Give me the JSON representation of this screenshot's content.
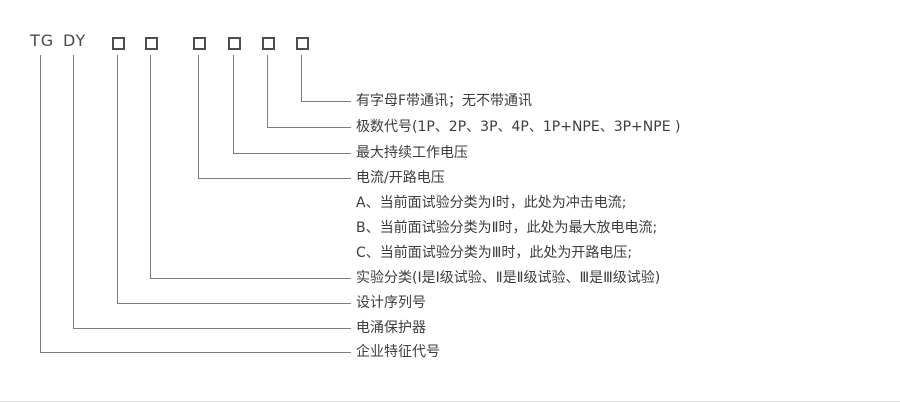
{
  "code": {
    "prefix1": "TG",
    "prefix2": "DY"
  },
  "labels": {
    "comm": "有字母F带通讯；无不带通讯",
    "poles": "极数代号(1P、2P、3P、4P、1P+NPE、3P+NPE )",
    "max_working_voltage": "最大持续工作电压",
    "current_or_open_voltage": "电流/开路电压",
    "note_a": "A、当前面试验分类为Ⅰ时，此处为冲击电流;",
    "note_b": "B、当前面试验分类为Ⅱ时，此处为最大放电电流;",
    "note_c": "C、当前面试验分类为Ⅲ时，此处为开路电压;",
    "test_class": "实验分类(Ⅰ是Ⅰ级试验、Ⅱ是Ⅱ级试验、Ⅲ是Ⅲ级试验)",
    "design_serial": "设计序列号",
    "surge_protector": "电涌保护器",
    "enterprise_code": "企业特征代号"
  }
}
